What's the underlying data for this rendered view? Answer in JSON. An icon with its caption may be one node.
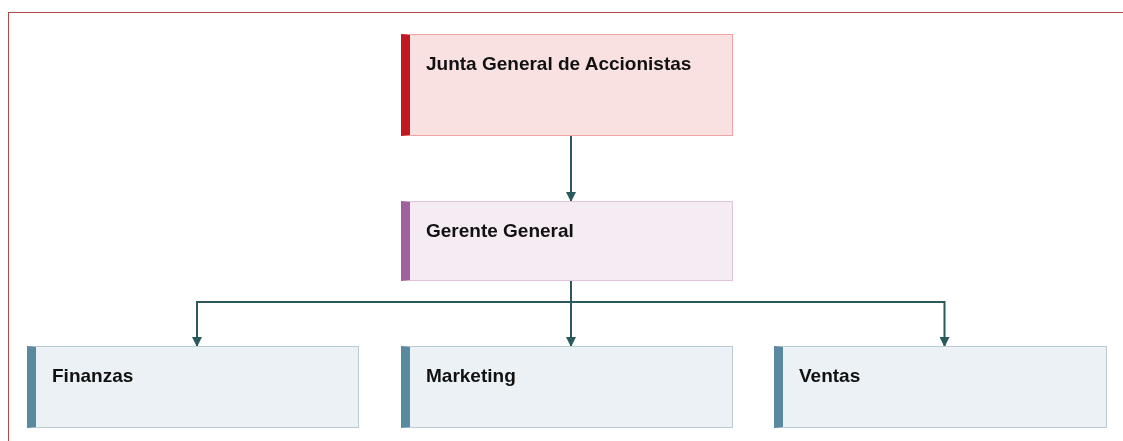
{
  "diagram": {
    "nodes": [
      {
        "text": [
          "Junta General de Accionistas"
        ]
      },
      {
        "text": [
          "Gerente General"
        ]
      },
      {
        "text": [
          "Finanzas"
        ]
      },
      {
        "text": [
          "Marketing"
        ]
      },
      {
        "text": [
          "Ventas"
        ]
      }
    ],
    "edges": [
      {
        "from": 0,
        "to": 1,
        "arrow": "to"
      },
      {
        "from": 1,
        "to": 2,
        "arrow": "to"
      },
      {
        "from": 1,
        "to": 3,
        "arrow": "to"
      },
      {
        "from": 1,
        "to": 4,
        "arrow": "to"
      }
    ]
  }
}
